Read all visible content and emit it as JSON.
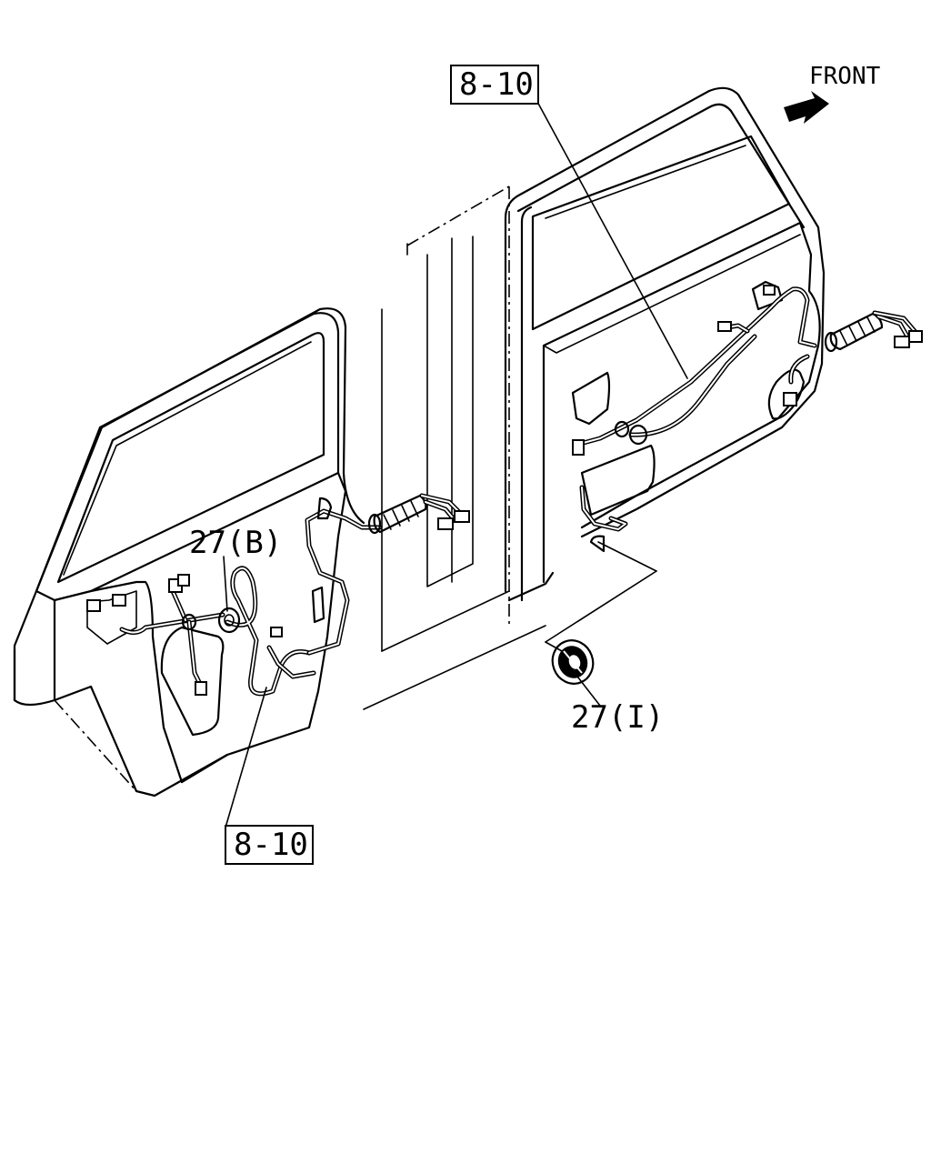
{
  "labels": {
    "ref_top": "8-10",
    "ref_bottom": "8-10",
    "part_27b": "27(B)",
    "part_27i": "27(I)",
    "front": "FRONT"
  },
  "icons": {
    "front_arrow": "arrow-front-icon"
  }
}
